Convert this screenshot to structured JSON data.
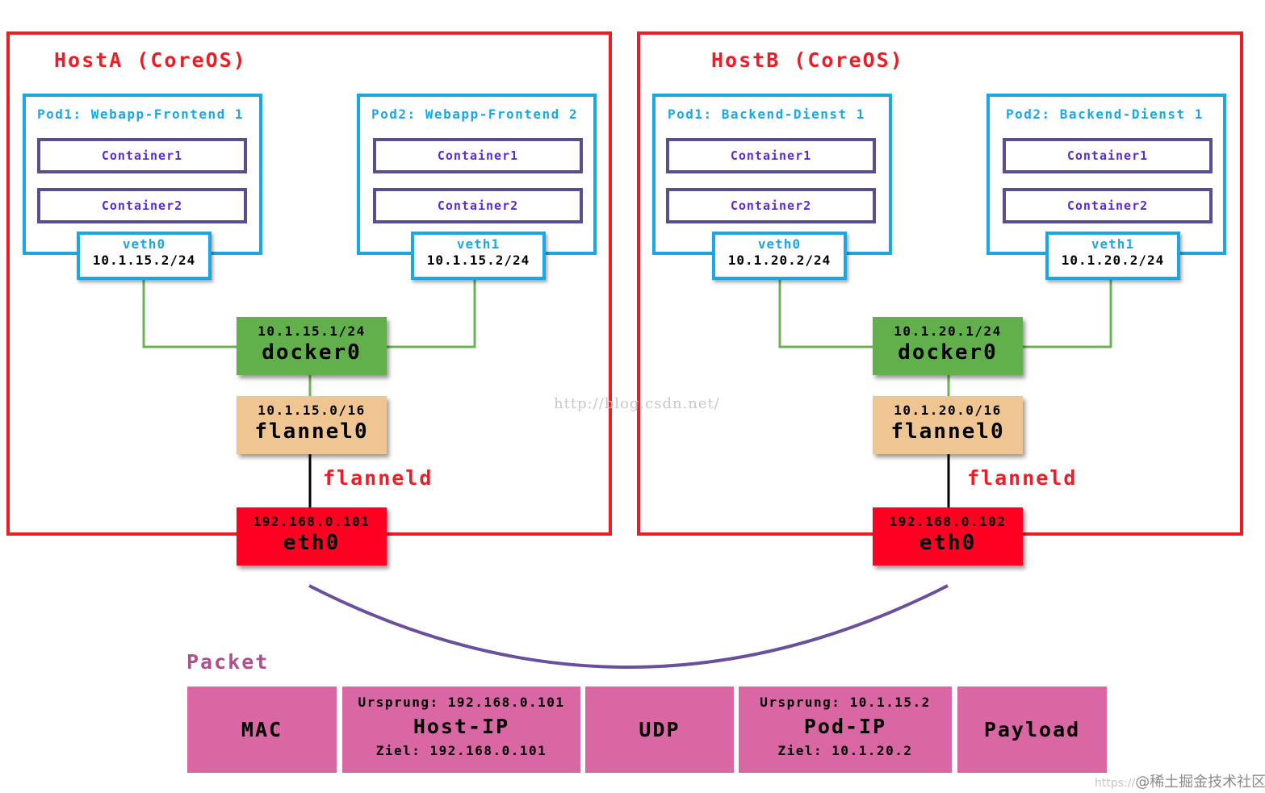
{
  "hosts": [
    {
      "title": "HostA (CoreOS)",
      "pods": [
        {
          "title": "Pod1: Webapp-Frontend 1",
          "containers": [
            "Container1",
            "Container2"
          ],
          "veth_name": "veth0",
          "veth_ip": "10.1.15.2/24"
        },
        {
          "title": "Pod2: Webapp-Frontend 2",
          "containers": [
            "Container1",
            "Container2"
          ],
          "veth_name": "veth1",
          "veth_ip": "10.1.15.2/24"
        }
      ],
      "docker": {
        "ip": "10.1.15.1/24",
        "name": "docker0"
      },
      "flannel": {
        "ip": "10.1.15.0/16",
        "name": "flannel0"
      },
      "flanneld_label": "flanneld",
      "eth": {
        "ip": "192.168.0.101",
        "name": "eth0"
      }
    },
    {
      "title": "HostB (CoreOS)",
      "pods": [
        {
          "title": "Pod1: Backend-Dienst 1",
          "containers": [
            "Container1",
            "Container2"
          ],
          "veth_name": "veth0",
          "veth_ip": "10.1.20.2/24"
        },
        {
          "title": "Pod2: Backend-Dienst 1",
          "containers": [
            "Container1",
            "Container2"
          ],
          "veth_name": "veth1",
          "veth_ip": "10.1.20.2/24"
        }
      ],
      "docker": {
        "ip": "10.1.20.1/24",
        "name": "docker0"
      },
      "flannel": {
        "ip": "10.1.20.0/16",
        "name": "flannel0"
      },
      "flanneld_label": "flanneld",
      "eth": {
        "ip": "192.168.0.102",
        "name": "eth0"
      }
    }
  ],
  "packet": {
    "title": "Packet",
    "segments": [
      {
        "main": "MAC"
      },
      {
        "top": "Ursprung: 192.168.0.101",
        "main": "Host-IP",
        "bottom": "Ziel: 192.168.0.101"
      },
      {
        "main": "UDP"
      },
      {
        "top": "Ursprung: 10.1.15.2",
        "main": "Pod-IP",
        "bottom": "Ziel: 10.1.20.2"
      },
      {
        "main": "Payload"
      }
    ]
  },
  "watermark": "http://blog.csdn.net/",
  "corner_watermark": {
    "faint": "https://",
    "main": "@稀土掘金技术社区"
  },
  "colors": {
    "host_border": "#ee1c25",
    "pod_border": "#1aa7e6",
    "container_border": "#5a4e8f",
    "docker": "#62b04c",
    "flannel": "#efc592",
    "eth": "#ff0022",
    "packet_segment": "#d867a4",
    "tunnel_arc": "#6a4f9c"
  }
}
